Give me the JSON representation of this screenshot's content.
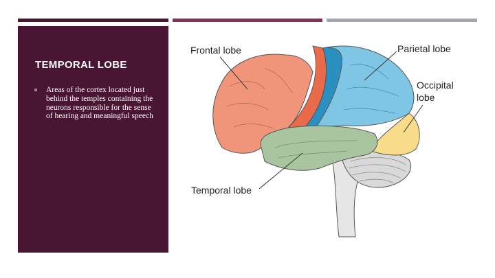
{
  "slide": {
    "title": "TEMPORAL LOBE",
    "bullets": [
      "Areas of the cortex located just behind the temples containing the neurons responsible for the sense of hearing and meaningful speech"
    ]
  },
  "figure": {
    "labels": {
      "frontal": "Frontal lobe",
      "parietal": "Parietal lobe",
      "occipital_line1": "Occipital",
      "occipital_line2": "lobe",
      "temporal": "Temporal lobe"
    }
  },
  "colors": {
    "panel": "#4a1532",
    "accent_bar": "#8a2f5a",
    "gray_bar": "#a4a7ad",
    "frontal": "#f0957a",
    "frontal_dark": "#ea6b4a",
    "parietal": "#7ec6e3",
    "parietal_dark": "#2b8fc0",
    "occipital": "#f9dc8a",
    "temporal": "#a9c5a0",
    "cerebellum": "#d9d9d9",
    "brainstem": "#e6e6e6"
  }
}
